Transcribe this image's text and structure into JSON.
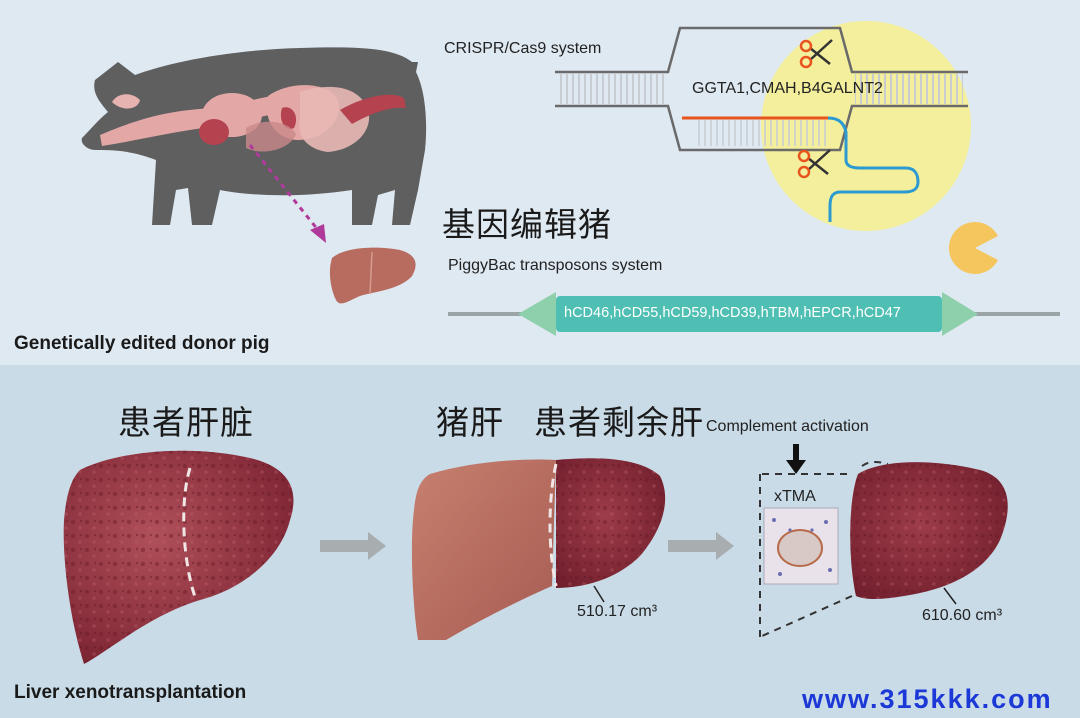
{
  "top_panel": {
    "label": "Genetically edited donor pig",
    "crispr_label": "CRISPR/Cas9 system",
    "knockout_genes": "GGTA1,CMAH,B4GALNT2",
    "chinese_title": "基因编辑猪",
    "piggybac_label": "PiggyBac transposons system",
    "transgenes": "hCD46,hCD55,hCD59,hCD39,hTBM,hEPCR,hCD47"
  },
  "bottom_panel": {
    "label": "Liver xenotransplantation",
    "patient_liver_label": "患者肝脏",
    "pig_liver_label": "猪肝",
    "remnant_liver_label": "患者剩余肝",
    "complement_label": "Complement activation",
    "xtma_label": "xTMA",
    "volume_1": "510.17 cm³",
    "volume_2": "610.60 cm³"
  },
  "watermark": "www.315kkk.com",
  "colors": {
    "top_bg": "#dfe9f2",
    "bottom_bg": "#c9dbe7",
    "pig_gray": "#5f5f60",
    "organ_pink": "#e3a8a6",
    "liver_red": "#8a2a38",
    "pig_liver_brown": "#b86c60",
    "crispr_halo": "#f4ef9c",
    "transgene_teal": "#4fbfb3",
    "arrow_green": "#8fd0ac",
    "guide_orange": "#e8541e",
    "guide_blue": "#2a9ad1",
    "dotted_arrow": "#b03a9a",
    "watermark_blue": "#1c39d8"
  },
  "icons": [
    "scissors-icon",
    "pacman-icon",
    "down-arrow-icon",
    "right-arrow-icon"
  ]
}
